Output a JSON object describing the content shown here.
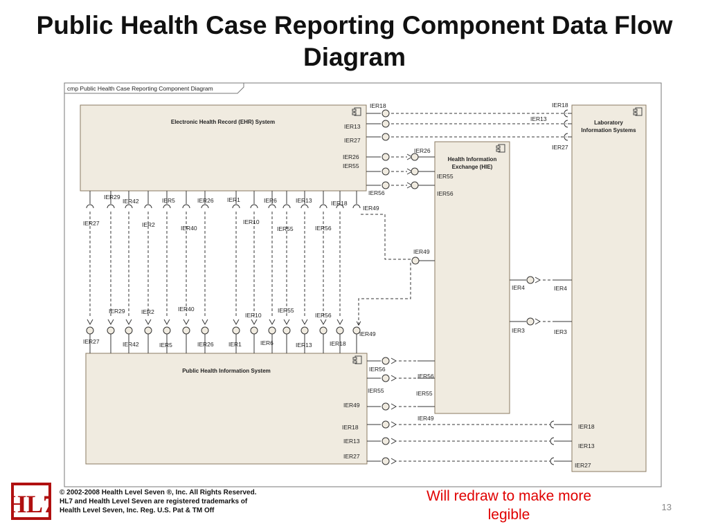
{
  "slide": {
    "title": "Public Health Case Reporting Component Data Flow Diagram",
    "page_number": "13",
    "note": "Will redraw to make more legible",
    "note_color": "#e00000"
  },
  "copyright": {
    "lines": [
      "© 2002-2008 Health Level Seven ®, Inc. All Rights Reserved.",
      "HL7 and Health Level Seven are registered trademarks of",
      "Health Level Seven, Inc. Reg. U.S. Pat & TM Off"
    ]
  },
  "logo": {
    "text": "HL7",
    "color": "#b01010"
  },
  "diagram": {
    "frame_label": "cmp Public Health Case Reporting Component Diagram",
    "components": {
      "ehr": "Electronic Health Record (EHR) System",
      "hie": [
        "Health Information",
        "Exchange (HIE)"
      ],
      "lab": [
        "Laboratory",
        "Information Systems"
      ],
      "phis": "Public Health Information System"
    },
    "colors": {
      "component_fill": "#f0ebe0",
      "component_stroke": "#8a7a60"
    },
    "vertical_flows": [
      "IER27",
      "IER29",
      "IER42",
      "IER2",
      "IER5",
      "IER40",
      "IER26",
      "IER1",
      "IER10",
      "IER6",
      "IER55",
      "IER13",
      "IER56",
      "IER18"
    ],
    "ehr_right_ports": [
      "IER18",
      "IER13",
      "IER27",
      "IER26",
      "IER55",
      "IER56"
    ],
    "hie_left_ports": [
      "IER26",
      "IER55",
      "IER56",
      "IER49"
    ],
    "lab_left_ports": [
      "IER18",
      "IER13",
      "IER27",
      "IER4",
      "IER3"
    ],
    "hie_right_ports": [
      "IER4",
      "IER3"
    ],
    "phis_right_ports": [
      "IER56",
      "IER55",
      "IER49",
      "IER18",
      "IER13",
      "IER27"
    ],
    "hie_bottom_ports": [
      "IER56",
      "IER55",
      "IER49"
    ],
    "lab_bottom_ports": [
      "IER18",
      "IER13",
      "IER27"
    ],
    "ehr_bottom_top_labels": [
      "IER29",
      "IER42",
      "IER5",
      "IER26",
      "IER1",
      "IER6",
      "IER13",
      "IER18",
      "IER49"
    ],
    "ehr_bottom_lower_labels": [
      "IER27",
      "IER2",
      "IER40",
      "IER10",
      "IER55",
      "IER56"
    ],
    "phis_top_upper_labels": [
      "IER29",
      "IER2",
      "IER40",
      "IER10",
      "IER55",
      "IER56"
    ],
    "phis_top_lower_labels": [
      "IER27",
      "IER42",
      "IER5",
      "IER26",
      "IER1",
      "IER6",
      "IER13",
      "IER18",
      "IER49"
    ]
  }
}
